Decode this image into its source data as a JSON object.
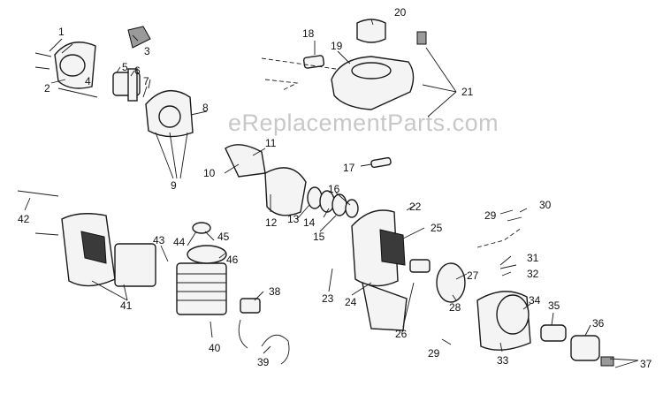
{
  "watermark": "eReplacementParts.com",
  "callouts": [
    "1",
    "2",
    "3",
    "4",
    "5",
    "6",
    "7",
    "8",
    "9",
    "10",
    "11",
    "12",
    "13",
    "14",
    "15",
    "16",
    "17",
    "18",
    "19",
    "20",
    "21",
    "22",
    "23",
    "24",
    "25",
    "26",
    "27",
    "28",
    "29",
    "29",
    "30",
    "31",
    "32",
    "33",
    "34",
    "35",
    "36",
    "37",
    "38",
    "39",
    "40",
    "41",
    "42",
    "43",
    "44",
    "45",
    "46"
  ]
}
